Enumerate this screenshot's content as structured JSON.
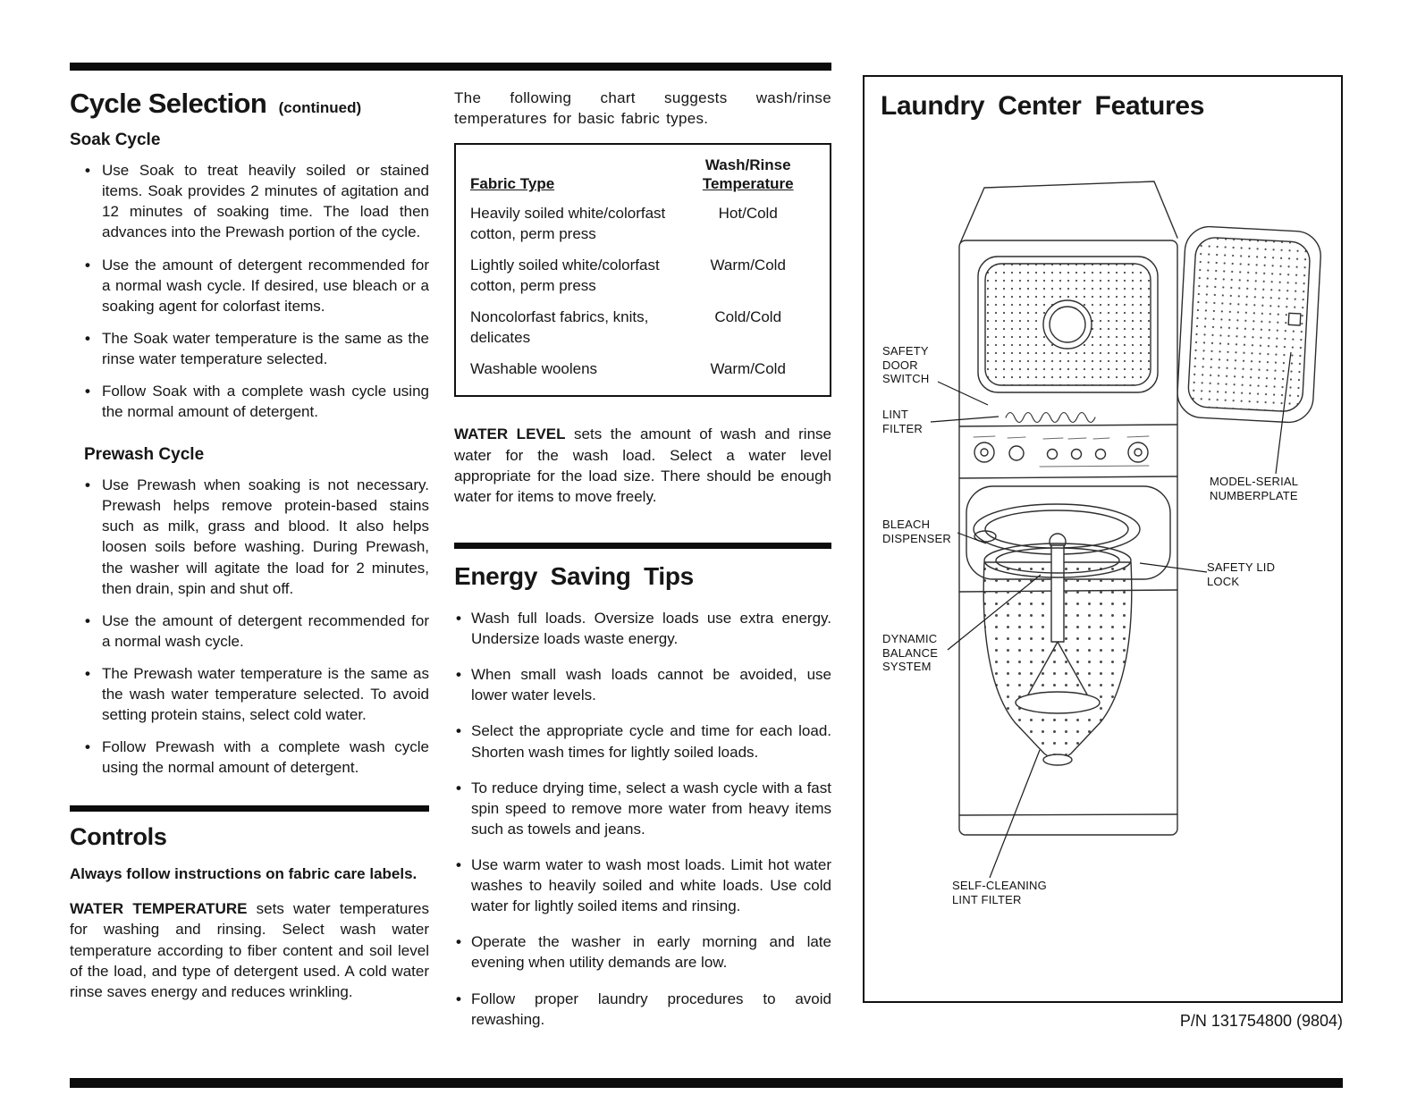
{
  "page": {
    "part_number": "P/N 131754800 (9804)"
  },
  "colors": {
    "ink": "#111111",
    "paper": "#ffffff"
  },
  "left_column": {
    "title": "Cycle Selection",
    "title_suffix": "(continued)",
    "soak": {
      "heading": "Soak Cycle",
      "bullets": [
        "Use Soak to treat heavily soiled or stained items. Soak provides 2 minutes of agitation and 12 minutes of soaking time. The load then advances into the Prewash portion of the cycle.",
        "Use the amount of detergent recommended for a normal wash cycle. If desired, use bleach or a soaking agent for colorfast items.",
        "The Soak water temperature is the same as the rinse water temperature selected.",
        "Follow Soak with a complete wash cycle using the normal amount of detergent."
      ]
    },
    "prewash": {
      "heading": "Prewash Cycle",
      "bullets": [
        "Use Prewash when soaking is not necessary. Prewash helps remove protein-based stains such as milk, grass and blood. It also helps loosen soils before washing. During Prewash, the washer will agitate the load for 2 minutes, then drain, spin and shut off.",
        "Use the amount of detergent recommended for a normal wash cycle.",
        "The Prewash water temperature is the same as the wash water temperature selected. To avoid setting protein stains, select cold water.",
        "Follow Prewash with a complete wash cycle using the normal amount of detergent."
      ]
    },
    "controls": {
      "heading": "Controls",
      "intro": "Always follow instructions on fabric care labels.",
      "water_temp_label": "WATER TEMPERATURE",
      "water_temp_text": " sets water temperatures for washing and rinsing. Select wash water temperature according to fiber content and soil level of the load, and type of detergent used. A cold water rinse saves energy and reduces wrinkling."
    }
  },
  "middle_column": {
    "chart_intro": "The following chart suggests wash/rinse temperatures for basic fabric types.",
    "table": {
      "col1_header": "Fabric Type",
      "col2_header_line1": "Wash/Rinse",
      "col2_header_line2": "Temperature",
      "rows": [
        {
          "fabric": "Heavily soiled white/colorfast cotton, perm press",
          "temp": "Hot/Cold"
        },
        {
          "fabric": "Lightly soiled white/colorfast cotton, perm press",
          "temp": "Warm/Cold"
        },
        {
          "fabric": "Noncolorfast fabrics, knits, delicates",
          "temp": "Cold/Cold"
        },
        {
          "fabric": "Washable woolens",
          "temp": "Warm/Cold"
        }
      ]
    },
    "water_level_label": "WATER LEVEL",
    "water_level_text": " sets the amount of wash and rinse water for the wash load. Select a water level appropriate for the load size. There should be enough water for items to move freely.",
    "energy": {
      "heading": "Energy Saving Tips",
      "bullets": [
        "Wash full loads. Oversize loads use extra energy. Undersize loads waste energy.",
        "When small wash loads cannot be avoided, use lower water levels.",
        "Select the appropriate cycle and time for each load. Shorten wash times for lightly soiled loads.",
        "To reduce drying time, select a wash cycle with a fast spin speed to remove more water from heavy items such as towels and jeans.",
        "Use warm water to wash most loads. Limit hot water washes to heavily soiled and white loads. Use cold water for lightly soiled items and rinsing.",
        "Operate the washer in early morning and late evening when utility demands are low.",
        "Follow proper laundry procedures to avoid rewashing."
      ]
    }
  },
  "features": {
    "heading": "Laundry Center Features",
    "labels": [
      {
        "id": "safety-door-switch",
        "text": "SAFETY\nDOOR\nSWITCH"
      },
      {
        "id": "lint-filter",
        "text": "LINT\nFILTER"
      },
      {
        "id": "model-serial-numberplate",
        "text": "MODEL-SERIAL\nNUMBERPLATE"
      },
      {
        "id": "bleach-dispenser",
        "text": "BLEACH\nDISPENSER"
      },
      {
        "id": "safety-lid-lock",
        "text": "SAFETY LID\nLOCK"
      },
      {
        "id": "dynamic-balance-system",
        "text": "DYNAMIC\nBALANCE\nSYSTEM"
      },
      {
        "id": "self-cleaning-lint-filter",
        "text": "SELF-CLEANING\nLINT FILTER"
      }
    ]
  }
}
